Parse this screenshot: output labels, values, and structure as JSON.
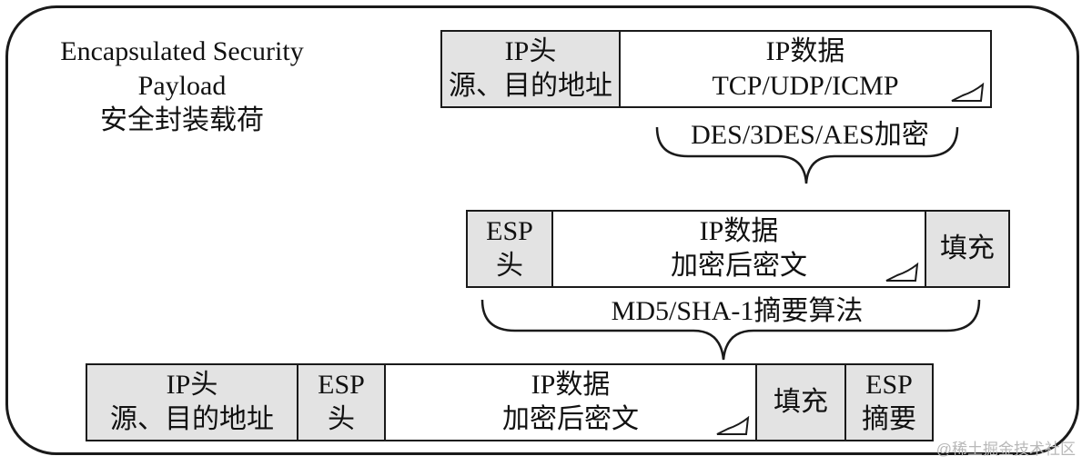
{
  "title": {
    "line1": "Encapsulated Security",
    "line2": "Payload",
    "line3": "安全封装载荷"
  },
  "packet1": {
    "ip_header": {
      "line1": "IP头",
      "line2": "源、目的地址"
    },
    "ip_data": {
      "line1": "IP数据",
      "line2": "TCP/UDP/ICMP"
    }
  },
  "brace1_label": "DES/3DES/AES加密",
  "packet2": {
    "esp_header": {
      "line1": "ESP",
      "line2": "头"
    },
    "ip_data": {
      "line1": "IP数据",
      "line2": "加密后密文"
    },
    "padding": "填充"
  },
  "brace2_label": "MD5/SHA-1摘要算法",
  "packet3": {
    "ip_header": {
      "line1": "IP头",
      "line2": "源、目的地址"
    },
    "esp_header": {
      "line1": "ESP",
      "line2": "头"
    },
    "ip_data": {
      "line1": "IP数据",
      "line2": "加密后密文"
    },
    "padding": "填充",
    "esp_digest": {
      "line1": "ESP",
      "line2": "摘要"
    }
  },
  "watermark": "@稀土掘金技术社区"
}
